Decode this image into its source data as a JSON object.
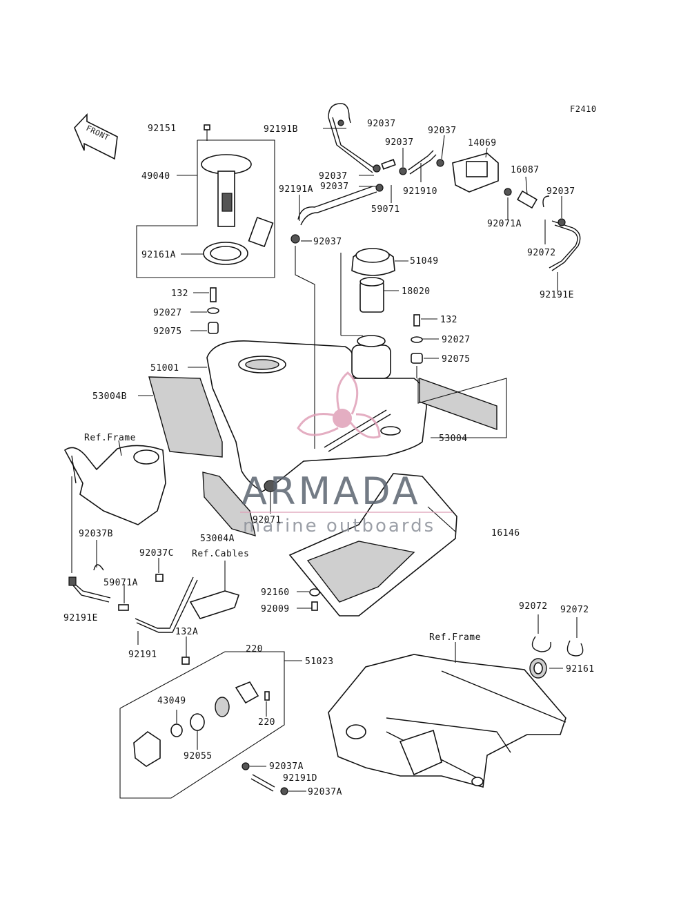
{
  "figure_code": "F2410",
  "front_label": "FRONT",
  "watermark": {
    "brand": "ARMADA",
    "tagline": "marine outboards",
    "brand_color": "#5b6470",
    "accent_color": "#e0a0b8"
  },
  "labels": {
    "p92151": "92151",
    "p49040": "49040",
    "p92161A": "92161A",
    "p132_left": "132",
    "p92027_left": "92027",
    "p92075_left": "92075",
    "p51001": "51001",
    "p53004B": "53004B",
    "ref_frame_left": "Ref.Frame",
    "p92191B": "92191B",
    "p92037_a": "92037",
    "p92037_b": "92037",
    "p92037_c": "92037",
    "p92037_d": "92037",
    "p92037_e": "92037",
    "p92037_f": "92037",
    "p92037_g": "92037",
    "p92191A": "92191A",
    "p59071": "59071",
    "p921910": "921910",
    "p14069": "14069",
    "p16087": "16087",
    "p92071A": "92071A",
    "p92072_top": "92072",
    "p92191E_top": "92191E",
    "p51049": "51049",
    "p18020": "18020",
    "p132_right": "132",
    "p92027_right": "92027",
    "p92075_right": "92075",
    "p53004": "53004",
    "p92071": "92071",
    "p53004A": "53004A",
    "p16146": "16146",
    "p92037B": "92037B",
    "p92037C": "92037C",
    "ref_cables": "Ref.Cables",
    "p59071A": "59071A",
    "p92191E_bottom": "92191E",
    "p92191": "92191",
    "p92160": "92160",
    "p92009": "92009",
    "p132A": "132A",
    "p220_top": "220",
    "p51023": "51023",
    "p43049": "43049",
    "p220_bottom": "220",
    "p92055": "92055",
    "p92037A_top": "92037A",
    "p92191D": "92191D",
    "p92037A_bottom": "92037A",
    "p92072_left": "92072",
    "p92072_right": "92072",
    "p92161": "92161",
    "ref_frame_bottom": "Ref.Frame"
  }
}
